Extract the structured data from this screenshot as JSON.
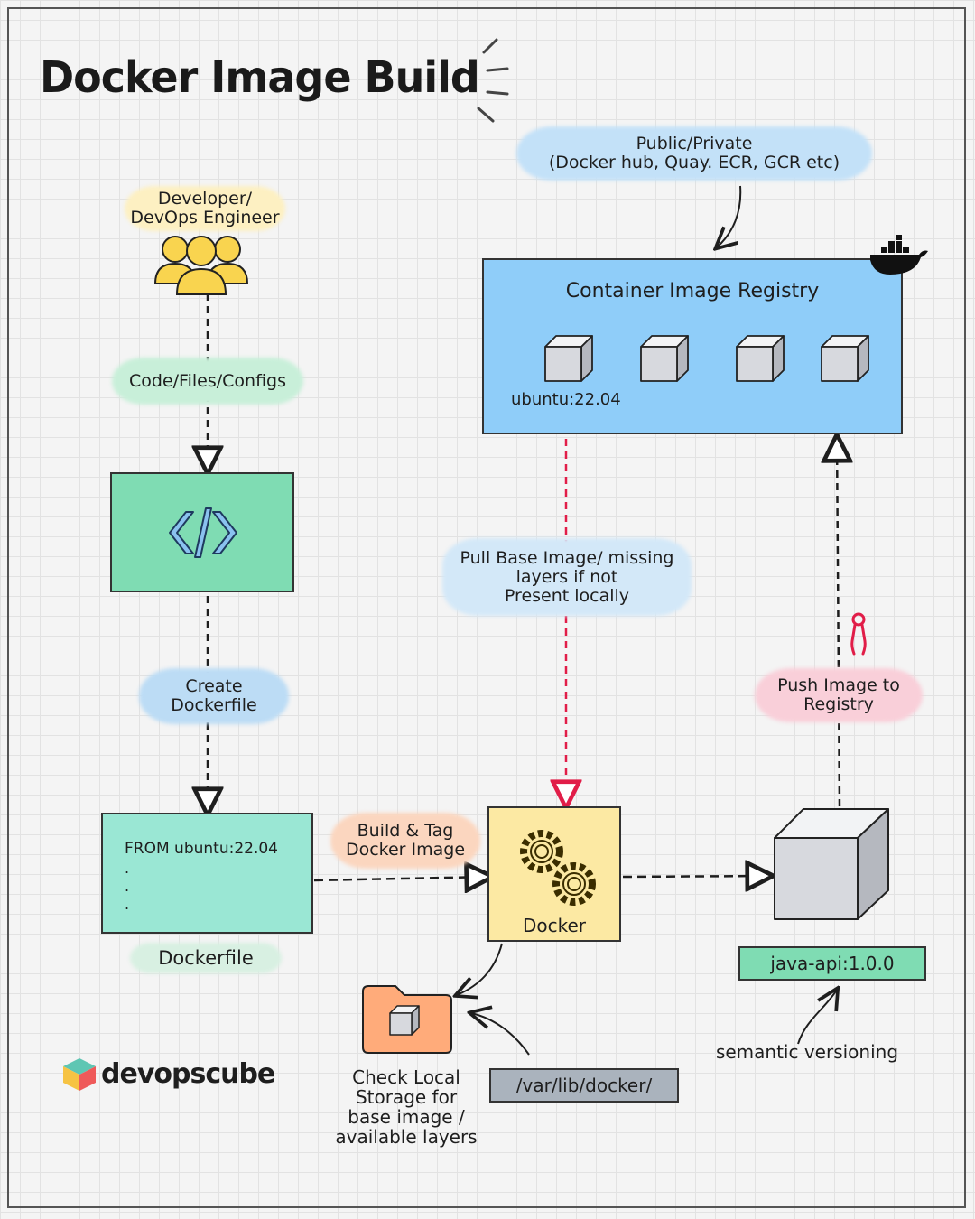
{
  "title": "Docker Image Build",
  "nodes": {
    "developer": {
      "label_line1": "Developer/",
      "label_line2": "DevOps Engineer"
    },
    "code_files": {
      "label": "Code/Files/Configs"
    },
    "code_box": {
      "icon": "code-icon"
    },
    "create_dockerfile": {
      "label_line1": "Create",
      "label_line2": "Dockerfile"
    },
    "dockerfile": {
      "line1": "FROM ubuntu:22.04",
      "dots": [
        ".",
        ".",
        "."
      ],
      "caption": "Dockerfile"
    },
    "build_tag": {
      "label_line1": "Build & Tag",
      "label_line2": "Docker Image"
    },
    "docker": {
      "label": "Docker",
      "icon": "gears-icon"
    },
    "image": {
      "tag": "java-api:1.0.0",
      "note": "semantic versioning"
    },
    "local_storage": {
      "label_line1": "Check Local",
      "label_line2": "Storage for",
      "label_line3": "base image /",
      "label_line4": "available layers",
      "path": "/var/lib/docker/"
    },
    "registry": {
      "title": "Container Image Registry",
      "base_image": "ubuntu:22.04",
      "note_line1": "Public/Private",
      "note_line2": "(Docker hub, Quay. ECR, GCR etc)",
      "logo": "docker-whale-icon"
    },
    "pull": {
      "label_line1": "Pull Base Image/ missing",
      "label_line2": "layers if not",
      "label_line3": "Present locally"
    },
    "push": {
      "label_line1": "Push Image to",
      "label_line2": "Registry"
    }
  },
  "brand": {
    "name": "devopscube"
  },
  "colors": {
    "registry_fill": "#8fcdf9",
    "code_fill": "#7fdcb3",
    "dockerfile_fill": "#9ae7d4",
    "docker_fill": "#fce9a3",
    "folder_fill": "#ffab7a",
    "path_fill": "#aab3bd",
    "tag_fill": "#7fdcb3",
    "pull_arrow": "#e11d48"
  }
}
